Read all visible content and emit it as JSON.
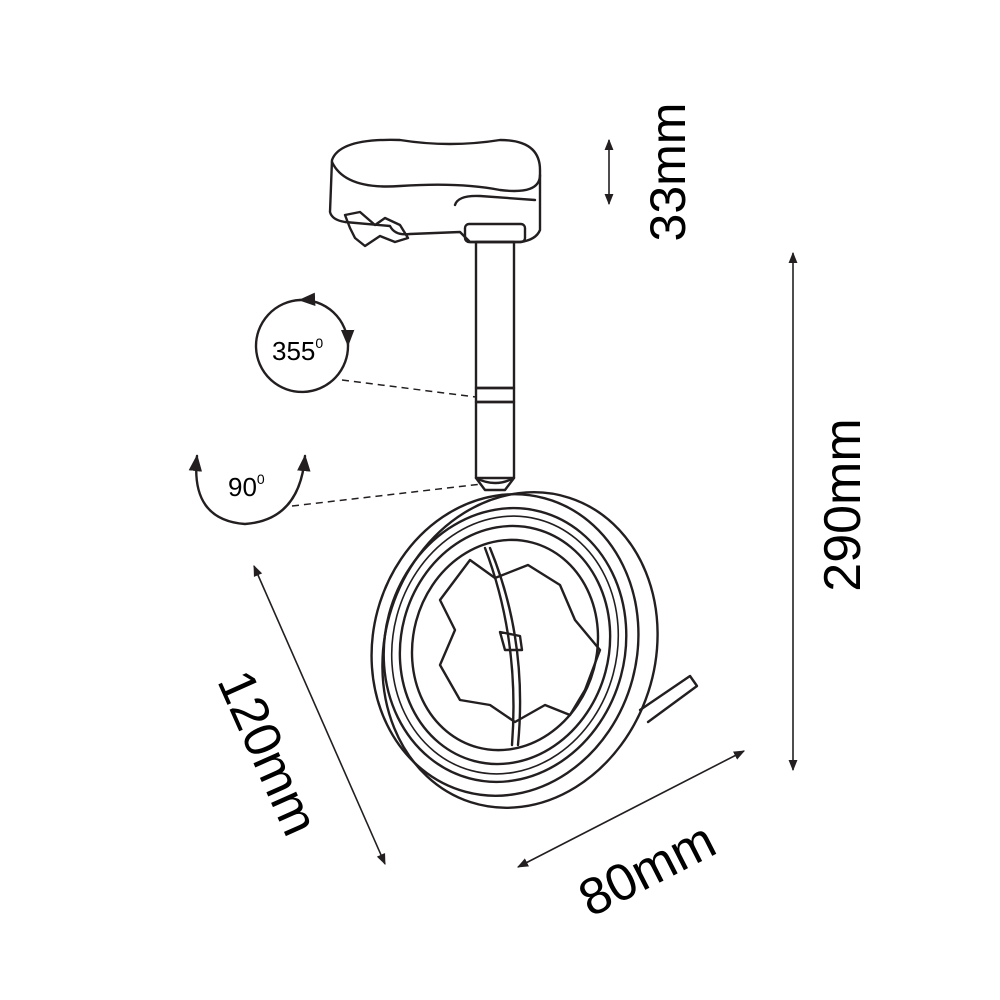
{
  "dimensions": {
    "adapter_height": "33mm",
    "total_height": "290mm",
    "head_diameter": "120mm",
    "head_depth": "80mm"
  },
  "rotations": {
    "horizontal": {
      "value": "355",
      "unit": "0"
    },
    "vertical": {
      "value": "90",
      "unit": "0"
    }
  },
  "colors": {
    "line": "#231f20",
    "background": "#ffffff"
  }
}
